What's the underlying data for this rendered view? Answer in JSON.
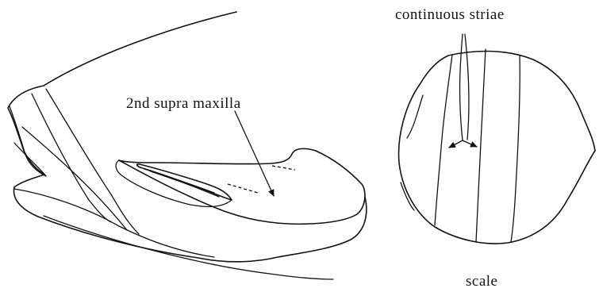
{
  "labels": {
    "supra_maxilla": "2nd supra maxilla",
    "striae": "continuous striae",
    "scale": "scale"
  },
  "colors": {
    "ink": "#111111",
    "background": "#ffffff"
  }
}
